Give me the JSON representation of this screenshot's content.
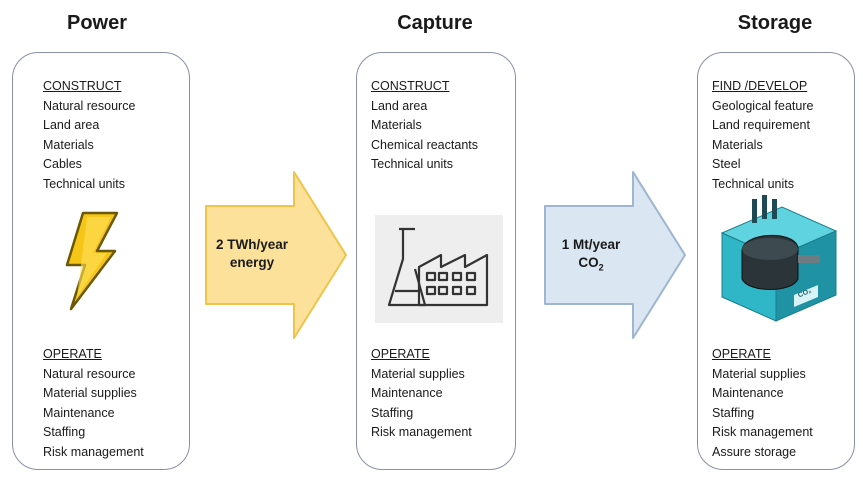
{
  "columns": {
    "power": {
      "title": "Power",
      "top_heading": "CONSTRUCT",
      "top_items": [
        "Natural resource",
        "Land area",
        "Materials",
        "Cables",
        "Technical units"
      ],
      "bottom_heading": "OPERATE",
      "bottom_items": [
        "Natural resource",
        "Material supplies",
        "Maintenance",
        "Staffing",
        "Risk management"
      ],
      "icon": "lightning-bolt-icon"
    },
    "capture": {
      "title": "Capture",
      "top_heading": "CONSTRUCT",
      "top_items": [
        "Land area",
        "Materials",
        "Chemical reactants",
        "Technical units"
      ],
      "bottom_heading": "OPERATE",
      "bottom_items": [
        "Material supplies",
        "Maintenance",
        "Staffing",
        "Risk management"
      ],
      "icon": "factory-icon"
    },
    "storage": {
      "title": "Storage",
      "top_heading": "FIND /DEVELOP",
      "top_items": [
        "Geological feature",
        "Land requirement",
        "Materials",
        "Steel",
        "Technical units"
      ],
      "bottom_heading": "OPERATE",
      "bottom_items": [
        "Material supplies",
        "Maintenance",
        "Staffing",
        "Risk management",
        "Assure storage"
      ],
      "icon": "storage-facility-icon",
      "icon_label": "CO₂"
    }
  },
  "arrows": {
    "energy": {
      "line1": "2 TWh/year",
      "line2": "energy",
      "fill": "#fbe19a",
      "stroke": "#f0c34a"
    },
    "co2": {
      "line1": "1 Mt/year",
      "line2_main": "CO",
      "line2_sub": "2",
      "fill": "#dbe6f3",
      "stroke": "#9fb6d3"
    }
  },
  "colors": {
    "panel_border": "#8a8fa8",
    "bolt_fill": "#f5c518",
    "bolt_stroke": "#6b5800",
    "storage_teal": "#2fb7c7"
  }
}
